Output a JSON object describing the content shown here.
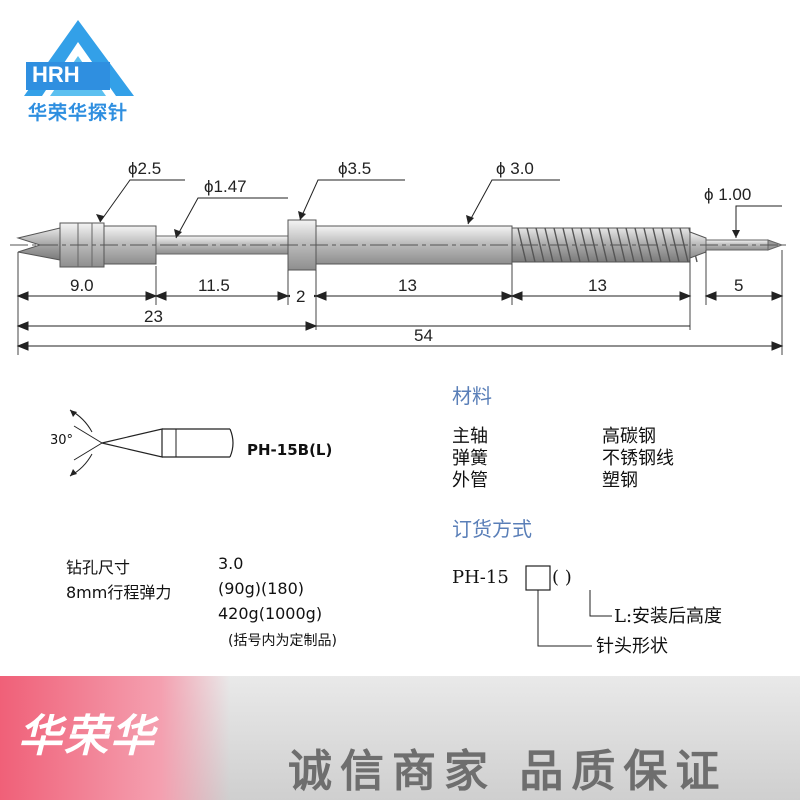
{
  "logo": {
    "abbr": "HRH",
    "name": "华荣华探针"
  },
  "callouts": {
    "d1": "ϕ2.5",
    "d2": "ϕ1.47",
    "d3": "ϕ3.5",
    "d4": "ϕ 3.0",
    "d5": "ϕ 1.00"
  },
  "dimensions": {
    "a": "9.0",
    "b": "11.5",
    "c": "2",
    "d": "13",
    "e": "13",
    "f": "5",
    "g": "23",
    "h": "54"
  },
  "tip": {
    "angle": "30°",
    "model": "PH-15B(L)"
  },
  "materials": {
    "heading": "材料",
    "rows": [
      {
        "part": "主轴",
        "material": "高碳钢"
      },
      {
        "part": "弹簧",
        "material": "不锈钢线"
      },
      {
        "part": "外管",
        "material": "塑钢"
      }
    ]
  },
  "ordering": {
    "heading": "订货方式",
    "prefix": "PH-15",
    "paren": "(    )",
    "note_l": "L:安装后高度",
    "note_tip": "针头形状"
  },
  "specs": {
    "hole_label": "钻孔尺寸",
    "hole_value": "3.0",
    "force_label": "8mm行程弹力",
    "force_value1": "(90g)(180)",
    "force_value2": "420g(1000g)",
    "note": "(括号内为定制品)"
  },
  "banner": {
    "brand": "华荣华",
    "slogan": "诚信商家 品质保证"
  }
}
